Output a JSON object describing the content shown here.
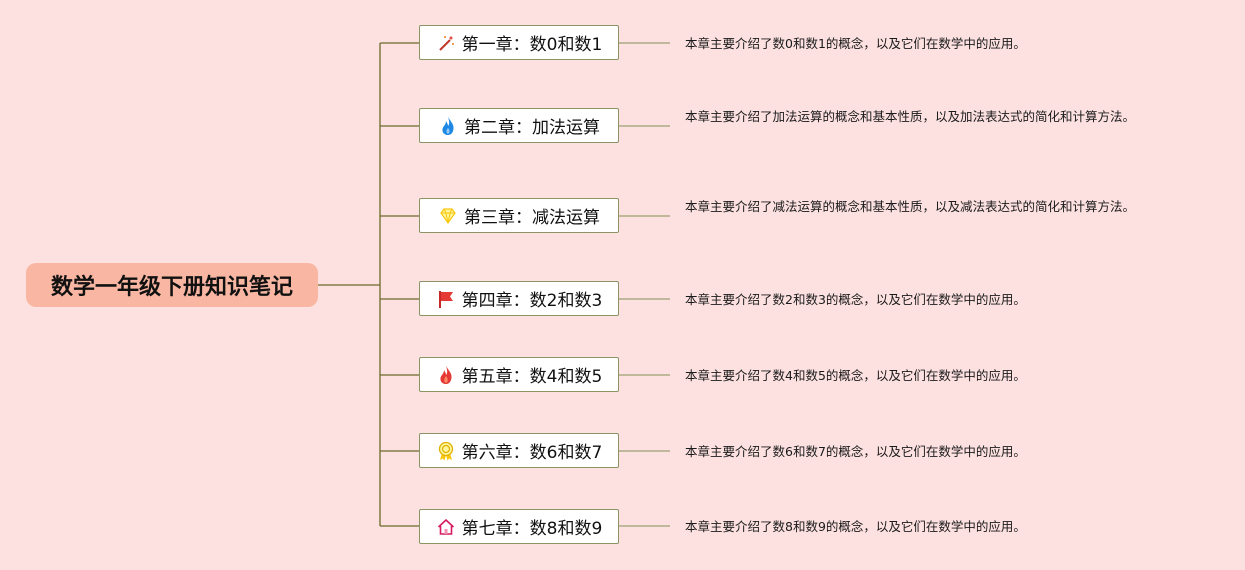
{
  "root": {
    "title": "数学一年级下册知识笔记"
  },
  "chapters": [
    {
      "label": "第一章：数0和数1",
      "icon": "magic-wand-icon",
      "desc": "本章主要介绍了数0和数1的概念，以及它们在数学中的应用。"
    },
    {
      "label": "第二章：加法运算",
      "icon": "blue-flame-icon",
      "desc": "本章主要介绍了加法运算的概念和基本性质，以及加法表达式的简化和计算方法。"
    },
    {
      "label": "第三章：减法运算",
      "icon": "diamond-icon",
      "desc": "本章主要介绍了减法运算的概念和基本性质，以及减法表达式的简化和计算方法。"
    },
    {
      "label": "第四章：数2和数3",
      "icon": "red-flag-icon",
      "desc": "本章主要介绍了数2和数3的概念，以及它们在数学中的应用。"
    },
    {
      "label": "第五章：数4和数5",
      "icon": "fire-icon",
      "desc": "本章主要介绍了数4和数5的概念，以及它们在数学中的应用。"
    },
    {
      "label": "第六章：数6和数7",
      "icon": "award-medal-icon",
      "desc": "本章主要介绍了数6和数7的概念，以及它们在数学中的应用。"
    },
    {
      "label": "第七章：数8和数9",
      "icon": "house-icon",
      "desc": "本章主要介绍了数8和数9的概念，以及它们在数学中的应用。"
    }
  ],
  "colors": {
    "background": "#fde1e1",
    "root_fill": "#f9b7a3",
    "connector": "#6b6a2a",
    "node_border": "#8a9464"
  }
}
